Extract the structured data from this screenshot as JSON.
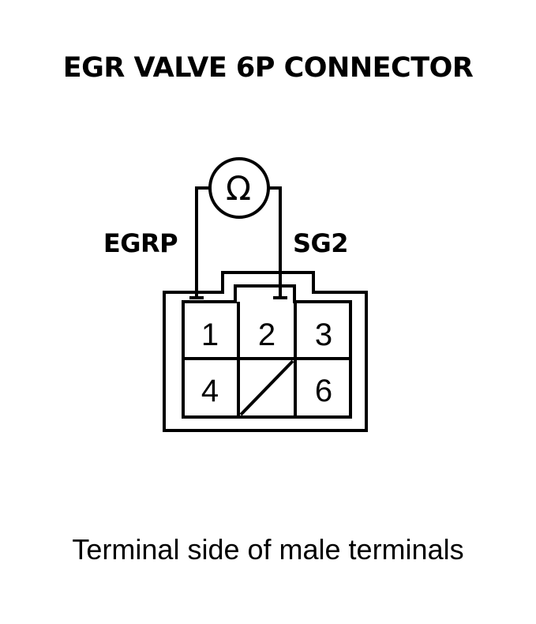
{
  "title": "EGR VALVE 6P CONNECTOR",
  "caption": "Terminal side of male terminals",
  "meter": {
    "symbol": "Ω",
    "icon": "ohmmeter-icon"
  },
  "probes": {
    "left_label": "EGRP",
    "right_label": "SG2"
  },
  "connector": {
    "pins": {
      "p1": "1",
      "p2": "2",
      "p3": "3",
      "p4": "4",
      "p6": "6"
    },
    "empty_cavity_icon": "empty-cavity-slash-icon"
  }
}
